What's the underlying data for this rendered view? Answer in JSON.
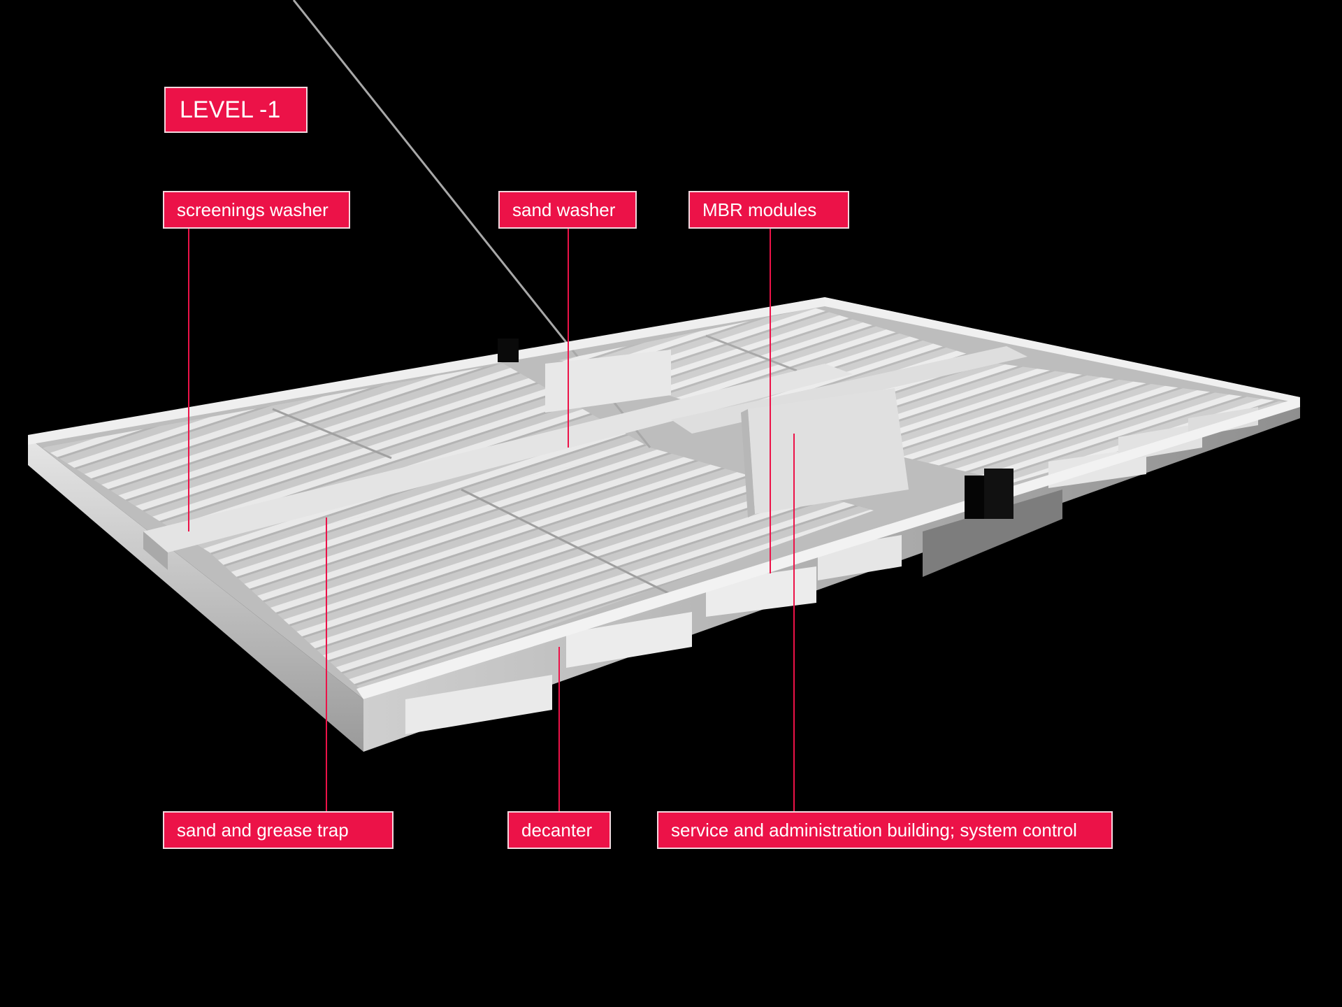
{
  "title": "LEVEL -1",
  "labels": {
    "screenings_washer": "screenings washer",
    "sand_washer": "sand washer",
    "mbr_modules": "MBR modules",
    "sand_grease_trap": "sand and grease trap",
    "decanter": "decanter",
    "service_building": "service and administration building; system control"
  },
  "colors": {
    "background": "#000000",
    "label_fill": "#ec1248",
    "label_border": "#f3d7de",
    "label_text": "#ffffff",
    "leader_line": "#ec1248",
    "model": "#d4d4d4"
  }
}
